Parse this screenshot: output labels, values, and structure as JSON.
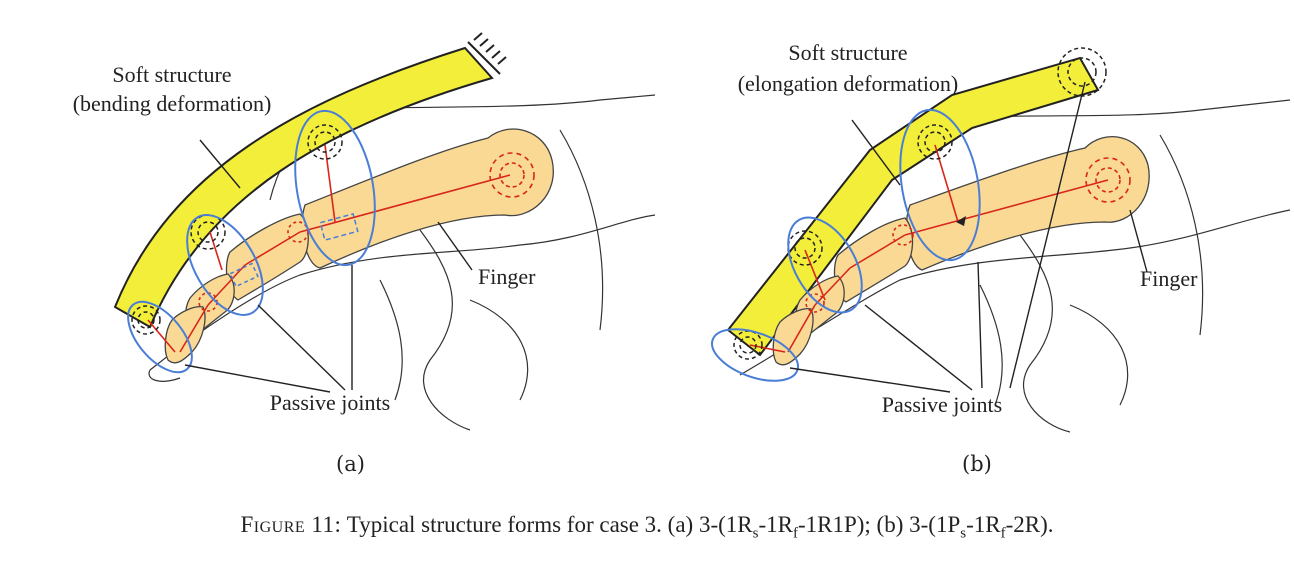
{
  "colors": {
    "soft_structure": "#f2ee3a",
    "bone": "#f9d994",
    "bone_edge": "#444444",
    "joint_circle": "#4a7ed6",
    "link_line": "#d9261b",
    "outline": "#222222"
  },
  "panel_a": {
    "label_soft_line1": "Soft structure",
    "label_soft_line2": "(bending deformation)",
    "label_finger": "Finger",
    "label_joints": "Passive joints",
    "sublabel": "(a)"
  },
  "panel_b": {
    "label_soft_line1": "Soft structure",
    "label_soft_line2": "(elongation deformation)",
    "label_finger": "Finger",
    "label_joints": "Passive joints",
    "sublabel": "(b)"
  },
  "caption": {
    "figure_label": "Figure 11:",
    "text_1": " Typical structure forms for case 3. (a) 3-(1R",
    "sub_1": "s",
    "text_2": "-1R",
    "sub_2": "f",
    "text_3": "-1R1P); (b) 3-(1P",
    "sub_3": "s",
    "text_4": "-1R",
    "sub_4": "f",
    "text_5": "-2R)."
  }
}
